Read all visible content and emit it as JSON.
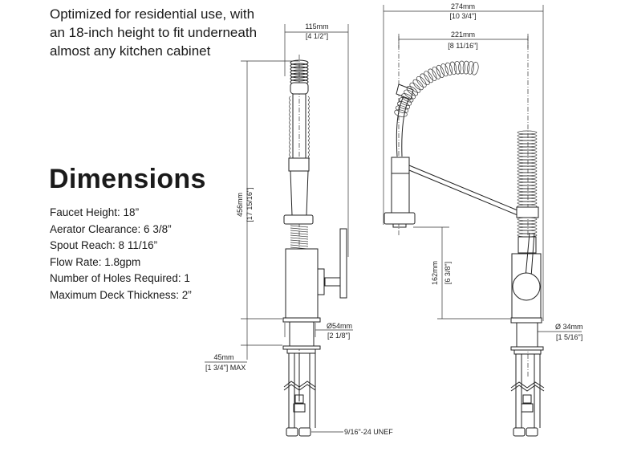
{
  "intro_text": "Optimized for residential use, with an 18-inch height to fit underneath almost any kitchen cabinet",
  "heading": "Dimensions",
  "specs": [
    "Faucet Height: 18”",
    "Aerator Clearance: 6 3/8”",
    "Spout Reach: 8 11/16”",
    "Flow Rate: 1.8gpm",
    "Number of Holes Required: 1",
    "Maximum Deck Thickness: 2”"
  ],
  "front_view": {
    "width_mm": "115mm",
    "width_in": "[4 1/2\"]",
    "height_mm": "456mm",
    "height_in": "[17 15/16\"]",
    "diameter_mm": "Ø54mm",
    "diameter_in": "[2 1/8\"]",
    "deck_mm": "45mm",
    "deck_in": "[1 3/4\"] MAX",
    "thread": "9/16\"-24 UNEF"
  },
  "side_view": {
    "overall_mm": "274mm",
    "overall_in": "[10 3/4\"]",
    "reach_mm": "221mm",
    "reach_in": "[8 11/16\"]",
    "clearance_mm": "162mm",
    "clearance_in": "[6 3/8\"]",
    "diameter_mm": "Ø 34mm",
    "diameter_in": "[1 5/16\"]"
  }
}
